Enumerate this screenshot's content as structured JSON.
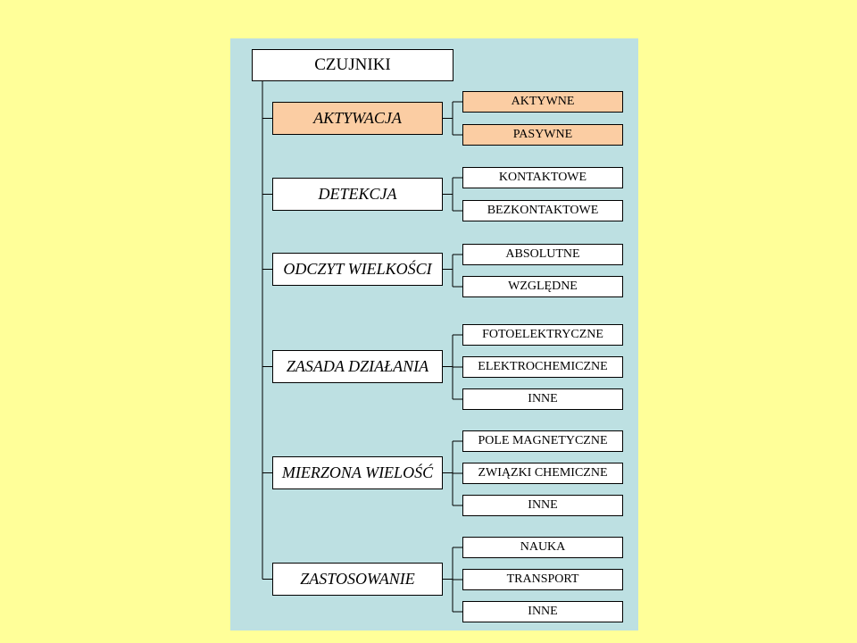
{
  "diagram": {
    "root": "CZUJNIKI",
    "categories": [
      {
        "label": "AKTYWACJA",
        "highlight": true,
        "items": [
          "AKTYWNE",
          "PASYWNE"
        ]
      },
      {
        "label": "DETEKCJA",
        "highlight": false,
        "items": [
          "KONTAKTOWE",
          "BEZKONTAKTOWE"
        ]
      },
      {
        "label": "ODCZYT WIELKOŚCI",
        "highlight": false,
        "items": [
          "ABSOLUTNE",
          "WZGLĘDNE"
        ]
      },
      {
        "label": "ZASADA DZIAŁANIA",
        "highlight": false,
        "items": [
          "FOTOELEKTRYCZNE",
          "ELEKTROCHEMICZNE",
          "INNE"
        ]
      },
      {
        "label": "MIERZONA WIELOŚĆ",
        "highlight": false,
        "items": [
          "POLE MAGNETYCZNE",
          "ZWIĄZKI CHEMICZNE",
          "INNE"
        ]
      },
      {
        "label": "ZASTOSOWANIE",
        "highlight": false,
        "items": [
          "NAUKA",
          "TRANSPORT",
          "INNE"
        ]
      }
    ],
    "colors": {
      "background": "#ffff99",
      "panel": "#bde0e2",
      "box": "#ffffff",
      "highlight": "#fbcda3"
    }
  }
}
